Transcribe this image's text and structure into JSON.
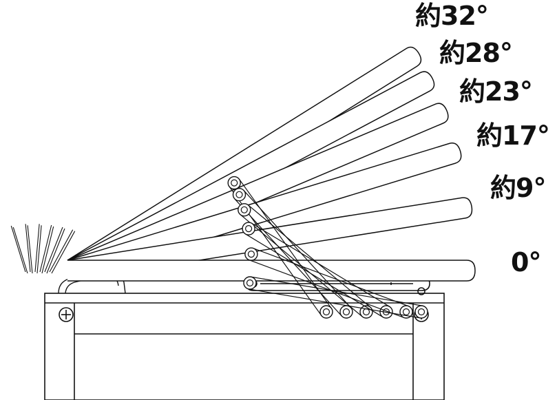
{
  "diagram": {
    "angle_labels": [
      "約32°",
      "約28°",
      "約23°",
      "約17°",
      "約9°",
      "0°"
    ],
    "tilt_angles_deg": [
      32,
      28,
      23,
      17,
      9,
      0
    ],
    "line_color": "#111111",
    "background": "#ffffff"
  }
}
